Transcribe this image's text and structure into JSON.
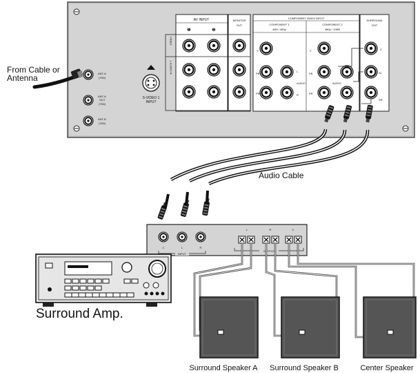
{
  "tv_panel": {
    "av_input": "AV INPUT",
    "av_input_1": "❶",
    "av_input_2": "❷",
    "monitor_out_line1": "MONITOR",
    "monitor_out_line2": "OUT",
    "component_video_input": "COMPONENT VIDEO INPUT",
    "component_1": "COMPONENT 1",
    "component_1_res": "480i / 480p",
    "component_2": "COMPONENT 2",
    "component_2_res": "480p / 1080i",
    "surround_out_line1": "SURROUND",
    "surround_out_line2": "OUT",
    "video_vertical": "VIDEO",
    "audio_vertical": "L AUDIO R",
    "svideo_line1": "S-VIDEO 1",
    "svideo_line2": "INPUT",
    "ant_a": "ANT-A",
    "ant_a_ohm": "(75Ω)",
    "ant_a_out_line1": "ANT-A",
    "ant_a_out_line2": "OUT",
    "ant_a_out_ohm": "(75Ω)",
    "ant_b": "ANT-B",
    "ant_b_ohm": "(75Ω)",
    "y": "Y",
    "pb": "PB",
    "pr": "PR",
    "audio_small": "AUDIO",
    "l": "L",
    "r": "R",
    "c": "C",
    "sl": "SL",
    "sr": "SR"
  },
  "labels": {
    "from_cable_line1": "From Cable or",
    "from_cable_line2": "Antenna",
    "audio_cable": "Audio Cable",
    "surround_amp": "Surround Amp.",
    "speaker_a": "Surround Speaker A",
    "speaker_b": "Surround Speaker B",
    "speaker_center": "Center Speaker"
  },
  "amp_panel": {
    "input": "INPUT",
    "output": "OUTPUT",
    "c": "C",
    "l": "L",
    "r": "R"
  }
}
